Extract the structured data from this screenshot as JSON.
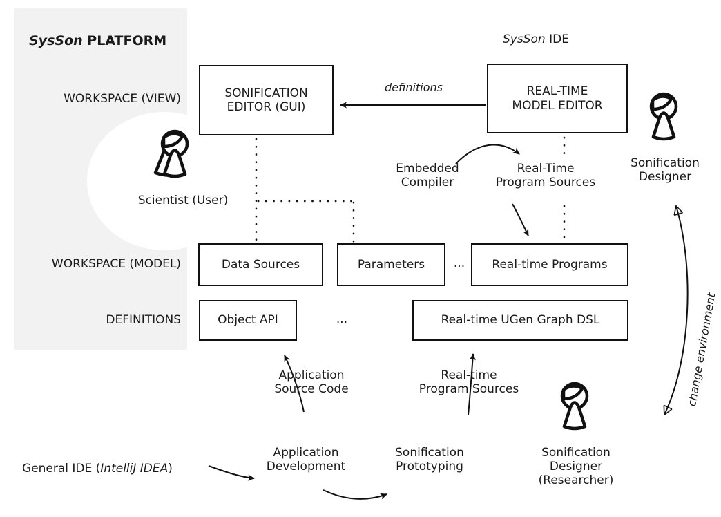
{
  "diagram": {
    "title_platform_emph": "SysSon",
    "title_platform_rest": " PLATFORM",
    "title_ide_emph": "SysSon",
    "title_ide_rest": " IDE",
    "panel_color": "#f1f2f1",
    "stroke_color": "#111111",
    "background": "#ffffff"
  },
  "layer_labels": [
    {
      "id": "workspace-view",
      "text": "WORKSPACE (VIEW)"
    },
    {
      "id": "workspace-model",
      "text": "WORKSPACE (MODEL)"
    },
    {
      "id": "definitions",
      "text": "DEFINITIONS"
    }
  ],
  "boxes": [
    {
      "id": "sonification-editor",
      "text": "SONIFICATION\nEDITOR (GUI)"
    },
    {
      "id": "realtime-model-editor",
      "text": "REAL-TIME\nMODEL EDITOR"
    },
    {
      "id": "data-sources",
      "text": "Data Sources"
    },
    {
      "id": "parameters",
      "text": "Parameters"
    },
    {
      "id": "realtime-programs",
      "text": "Real-time Programs"
    },
    {
      "id": "object-api",
      "text": "Object API"
    },
    {
      "id": "ugen-graph-dsl",
      "text": "Real-time UGen Graph DSL"
    }
  ],
  "ellipses": [
    {
      "id": "ellipsis-model",
      "text": "..."
    },
    {
      "id": "ellipsis-definitions",
      "text": "..."
    }
  ],
  "actors": [
    {
      "id": "scientist",
      "text": "Scientist (User)"
    },
    {
      "id": "sonification-designer",
      "text": "Sonification\nDesigner"
    },
    {
      "id": "sonification-researcher",
      "text": "Sonification\nDesigner\n(Researcher)"
    }
  ],
  "edge_labels": [
    {
      "id": "definitions-edge",
      "text": "definitions",
      "italic": true
    },
    {
      "id": "embedded-compiler",
      "text": "Embedded\nCompiler",
      "italic": false
    },
    {
      "id": "rt-program-sources-top",
      "text": "Real-Time\nProgram Sources",
      "italic": false
    },
    {
      "id": "application-source-code",
      "text": "Application\nSource Code",
      "italic": false
    },
    {
      "id": "rt-program-sources-bottom",
      "text": "Real-time\nProgram Sources",
      "italic": false
    },
    {
      "id": "change-environment",
      "text": "change environment",
      "italic": true
    }
  ],
  "bottom_labels": [
    {
      "id": "general-ide-prefix",
      "text": "General IDE ("
    },
    {
      "id": "general-ide-emph",
      "text": "IntelliJ IDEA"
    },
    {
      "id": "general-ide-suffix",
      "text": ")"
    },
    {
      "id": "application-development",
      "text": "Application\nDevelopment"
    },
    {
      "id": "sonification-prototyping",
      "text": "Sonification\nPrototyping"
    }
  ]
}
